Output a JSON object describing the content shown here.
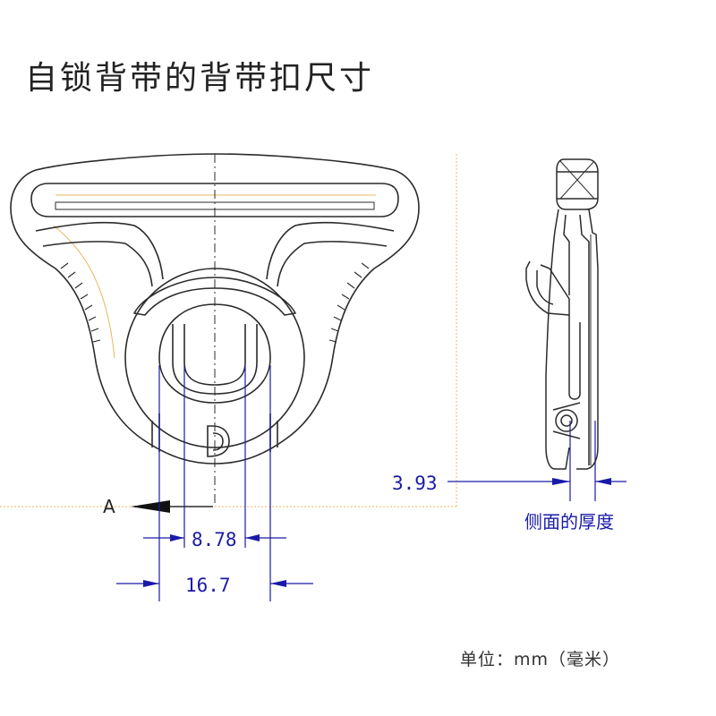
{
  "title": "自锁背带的背带扣尺寸",
  "view_marker": "A",
  "dimensions": {
    "inner_width": "8.78",
    "outer_width": "16.7",
    "side_thickness": "3.93"
  },
  "side_view_label": "侧面的厚度",
  "unit_note": "单位：mm（毫米）",
  "colors": {
    "outline": "#2b2b2b",
    "dimension": "#1a1aa8",
    "construction": "#e8b860",
    "text": "#222222"
  },
  "icons": {
    "brand_logo": "d-logo-icon"
  }
}
